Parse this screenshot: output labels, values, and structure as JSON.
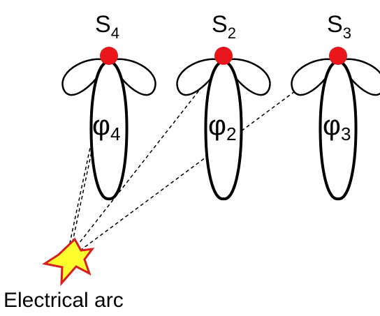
{
  "sensors": [
    {
      "name": "S",
      "index": "4",
      "angle_symbol": "φ",
      "angle_index": "4"
    },
    {
      "name": "S",
      "index": "2",
      "angle_symbol": "φ",
      "angle_index": "2"
    },
    {
      "name": "S",
      "index": "3",
      "angle_symbol": "φ",
      "angle_index": "3"
    }
  ],
  "source": {
    "label": "Electrical arc"
  },
  "colors": {
    "sensor_dot": "#e8161a",
    "arc_star_fill": "#ffff2e",
    "arc_star_stroke": "#d81e1e",
    "line": "#000000"
  }
}
